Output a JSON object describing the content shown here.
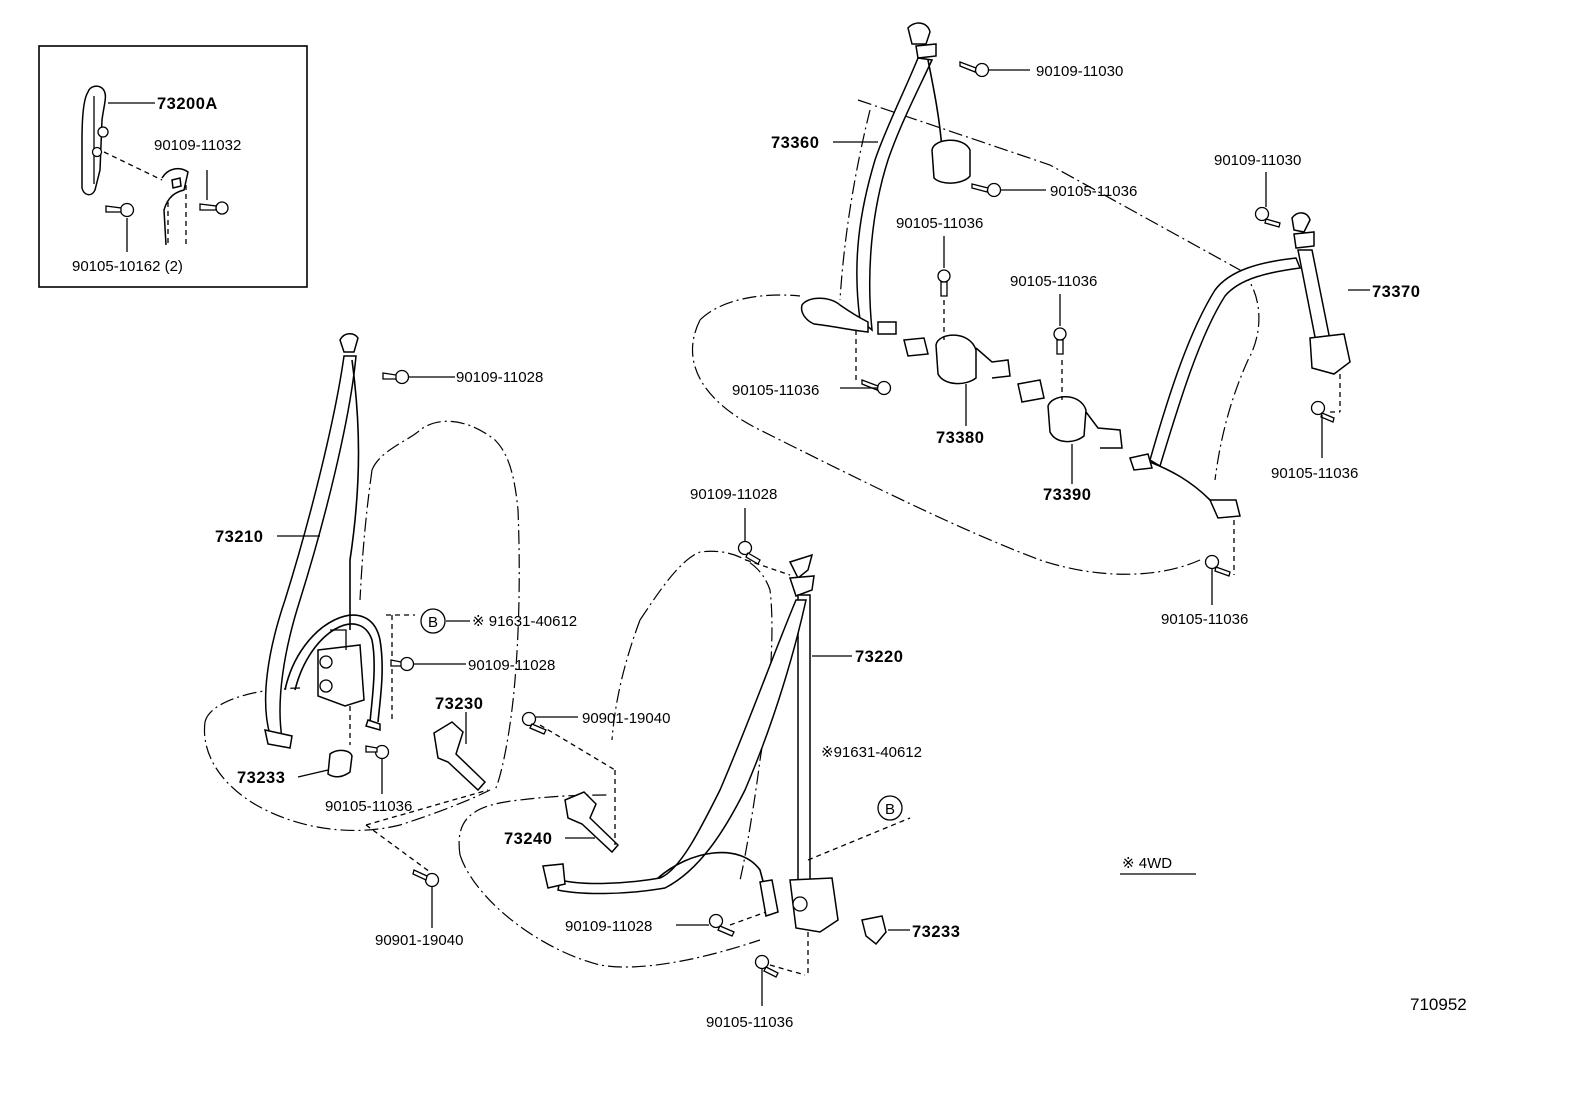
{
  "inset": {
    "labels": {
      "p73200a": "73200A",
      "p9010911032": "90109-11032",
      "p9010510162": "90105-10162 (2)"
    }
  },
  "front_left_seat": {
    "labels": {
      "p9010911028_top": "90109-11028",
      "p73210": "73210",
      "b_mark": "B",
      "p9163140612": "※ 91631-40612",
      "p9010911028_mid": "90109-11028",
      "p73230": "73230",
      "p73233": "73233",
      "p9010511036": "90105-11036",
      "p9090119040": "90901-19040"
    }
  },
  "front_right_seat": {
    "labels": {
      "p9010911028_top": "90109-11028",
      "p9090119040": "90901-19040",
      "p73220": "73220",
      "p9163140612": "※91631-40612",
      "b_mark": "B",
      "p73240": "73240",
      "p9010911028_low": "90109-11028",
      "p73233": "73233",
      "p9010511036": "90105-11036"
    }
  },
  "rear_seat": {
    "labels": {
      "p9010911030_left": "90109-11030",
      "p73360": "73360",
      "p9010511036_a": "90105-11036",
      "p9010511036_b": "90105-11036",
      "p9010911030_right": "90109-11030",
      "p9010511036_c": "90105-11036",
      "p73370": "73370",
      "p9010511036_d": "90105-11036",
      "p73380": "73380",
      "p73390": "73390",
      "p9010511036_e": "90105-11036",
      "p9010511036_f": "90105-11036"
    }
  },
  "legend": {
    "note": "※ 4WD"
  },
  "figure_number": "710952"
}
